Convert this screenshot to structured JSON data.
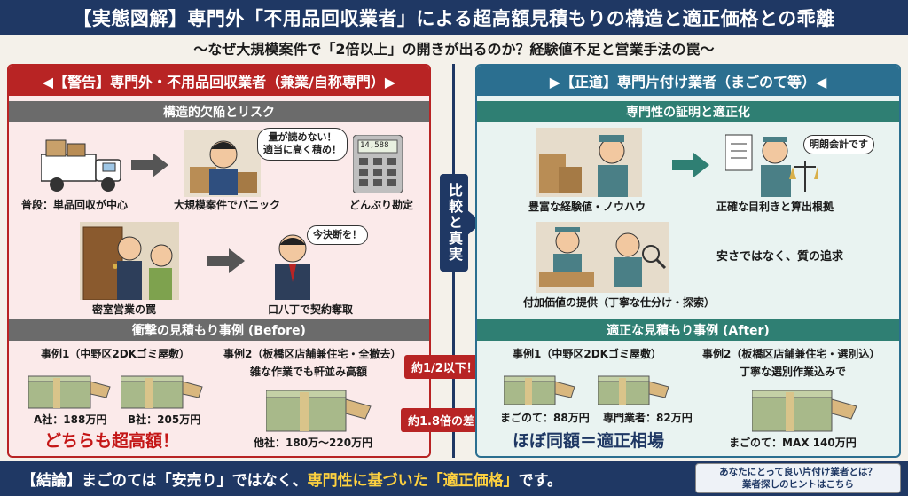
{
  "title": "【実態図解】専門外「不用品回収業者」による超高額見積もりの構造と適正価格との乖離",
  "subtitle": "～なぜ大規模案件で「2倍以上」の開きが出るのか？経験値不足と営業手法の罠～",
  "left": {
    "header": "◀【警告】専門外・不用品回収業者（兼業/自称専門）▶",
    "section1": "構造的欠陥とリスク",
    "truck_caption": "普段：単品回収が中心",
    "panic_caption": "大規模案件でパニック",
    "panic_bubble_1": "量が読めない！",
    "panic_bubble_2": "適当に高く積め！",
    "calc_caption": "どんぶり勘定",
    "calc_display": "14,588",
    "closed_caption": "密室営業の罠",
    "talk_caption": "口八丁で契約奪取",
    "talk_bubble": "今決断を！",
    "section2": "衝撃の見積もり事例 (Before)",
    "case1_title": "事例1（中野区2DKゴミ屋敷）",
    "case1_a": "A社：188万円",
    "case1_b": "B社：205万円",
    "case2_title": "事例2（板橋区店舗兼住宅・全撤去）",
    "case2_note": "雑な作業でも軒並み高額",
    "case2_price": "他社：180万～220万円",
    "conclusion": "どちらも超高額！"
  },
  "right": {
    "header": "▶【正道】専門片付け業者（まごのて等）◀",
    "section1": "専門性の証明と適正化",
    "exp_caption": "豊富な経験値・ノウハウ",
    "accurate_caption": "正確な目利きと算出根拠",
    "accurate_bubble": "明朗会計です",
    "value_caption": "付加価値の提供（丁寧な仕分け・探索）",
    "quality_text": "安さではなく、質の追求",
    "section2": "適正な見積もり事例 (After)",
    "case1_title": "事例1（中野区2DKゴミ屋敷）",
    "case1_magonote": "まごのて：88万円",
    "case1_other": "専門業者：82万円",
    "case2_title": "事例2（板橋区店舗兼住宅・選別込）",
    "case2_note": "丁寧な選別作業込みで",
    "case2_price": "まごのて：MAX 140万円",
    "conclusion": "ほぼ同額＝適正相場"
  },
  "center": {
    "compare": "比較と真実",
    "tag1": "約1/2以下！",
    "tag2": "約1.8倍の差！"
  },
  "footer": {
    "prefix": "【結論】まごのては「安売り」ではなく、",
    "highlight": "専門性に基づいた「適正価格」",
    "suffix": "です。",
    "hint_line1": "あなたにとって良い片付け業者とは？",
    "hint_line2": "業者探しのヒントはこちら"
  },
  "colors": {
    "navy": "#1f3864",
    "warning_red": "#b82424",
    "right_blue": "#2b6f90",
    "teal": "#2f7f73",
    "highlight_yellow": "#ffd23f"
  }
}
